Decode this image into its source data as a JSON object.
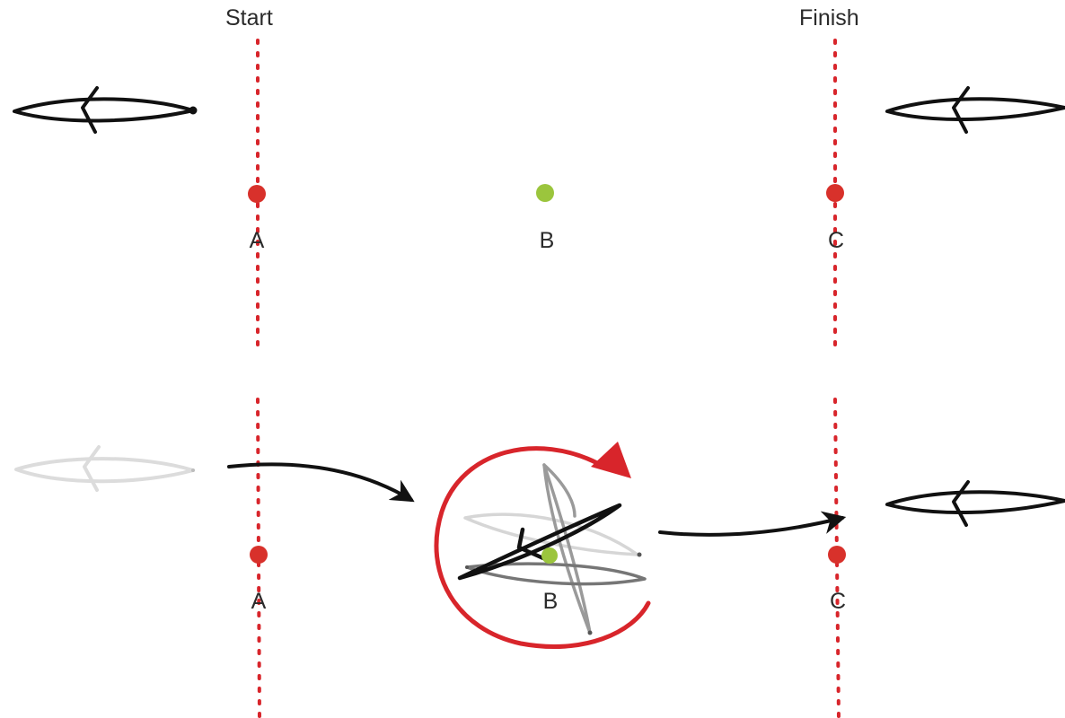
{
  "header": {
    "start_label": "Start",
    "finish_label": "Finish"
  },
  "top_panel": {
    "point_a": "A",
    "point_b": "B",
    "point_c": "C"
  },
  "bottom_panel": {
    "point_a": "A",
    "point_b": "B",
    "point_c": "C"
  },
  "colors": {
    "boundary_line": "#d8252b",
    "start_finish_point": "#d8312b",
    "middle_point": "#9bc53d",
    "rotation_arrow": "#d8252b",
    "path_arrow": "#111111",
    "ghost_shape": "#dcdcdc"
  },
  "icons": {
    "shape": "fish-arrow-shape-icon",
    "rotation": "rotation-arrow-icon"
  }
}
